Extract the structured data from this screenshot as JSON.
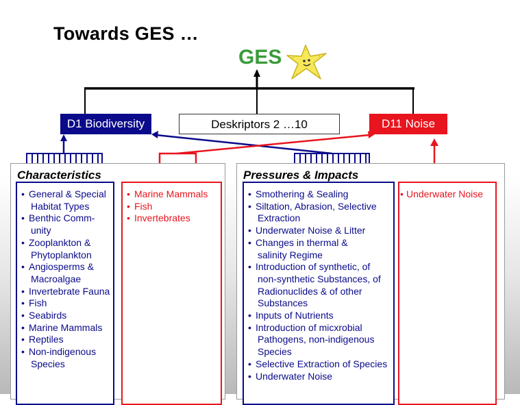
{
  "title": "Towards GES …",
  "ges_label": "GES",
  "descriptors": {
    "d1": "D1 Biodiversity",
    "d2_10": "Deskriptors 2 …10",
    "d11": "D11 Noise"
  },
  "left_panel": {
    "title": "Characteristics",
    "blue_items": [
      "General & Special",
      "Habitat Types",
      "Benthic Comm-",
      "unity",
      "Zooplankton &",
      "Phytoplankton",
      "Angiosperms &",
      "Macroalgae",
      "Invertebrate Fauna",
      "Fish",
      "Seabirds",
      "Marine Mammals",
      "Reptiles",
      "Non-indigenous",
      "Species"
    ],
    "red_items": [
      "Marine Mammals",
      "Fish",
      "Invertebrates"
    ]
  },
  "right_panel": {
    "title": "Pressures & Impacts",
    "blue_items": [
      "Smothering & Sealing",
      "Siltation, Abrasion, Selective",
      "Extraction",
      "Underwater Noise & Litter",
      "Changes in thermal &",
      "salinity Regime",
      "Introduction of synthetic, of",
      "non-synthetic Substances, of",
      "Radionuclides & of other",
      "Substances",
      "Inputs of Nutrients",
      "Introduction of micxrobial",
      "Pathogens, non-indigenous",
      "Species",
      "Selective Extraction of Species",
      "Underwater Noise"
    ],
    "red_items": [
      "Underwater Noise"
    ]
  },
  "colors": {
    "ges_green": "#3a9b3a",
    "blue": "#0a0a8a",
    "red": "#e8141e",
    "starfish": "#f7e85a"
  },
  "icons": [
    "starfish-icon"
  ]
}
